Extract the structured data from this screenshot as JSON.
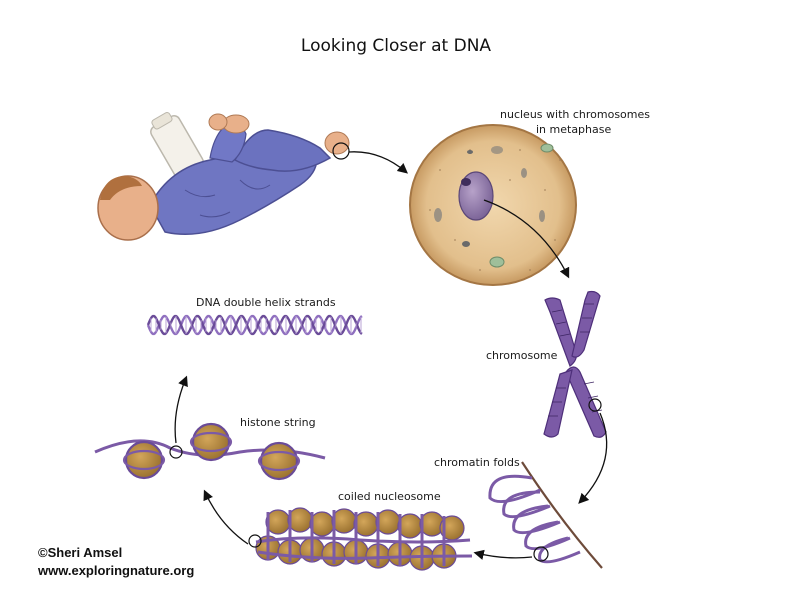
{
  "title": "Looking Closer at DNA",
  "labels": {
    "nucleus_line1": "nucleus with chromosomes",
    "nucleus_line2": "in metaphase",
    "chromosome": "chromosome",
    "chromatin": "chromatin folds",
    "coiled": "coiled nucleosome",
    "histone": "histone string",
    "dna": "DNA double helix strands"
  },
  "credit": {
    "author": "©Sheri Amsel",
    "website": "www.exploringnature.org"
  },
  "colors": {
    "purple": "#7b5aa6",
    "dark_purple": "#4e2f7a",
    "nucleus_fill": "#e8c99a",
    "histone_fill": "#b88a3e",
    "skin": "#e8b08a",
    "clothes": "#6f76c2",
    "arrow": "#111111"
  }
}
